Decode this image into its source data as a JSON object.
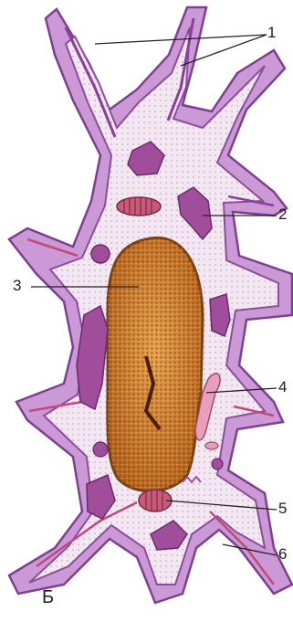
{
  "panel_letter": "Б",
  "labels": [
    {
      "id": "1",
      "text": "1"
    },
    {
      "id": "2",
      "text": "2"
    },
    {
      "id": "3",
      "text": "3"
    },
    {
      "id": "4",
      "text": "4"
    },
    {
      "id": "5",
      "text": "5"
    },
    {
      "id": "6",
      "text": "6"
    }
  ],
  "colors": {
    "membrane": "#b783c8",
    "membrane_edge": "#7e3f90",
    "cytoplasm": "#f3e8f2",
    "nucleus": "#c97a28",
    "nucleus_edge": "#7a4316",
    "organelle": "#a04d9c",
    "vesicle": "#d88aa5"
  }
}
